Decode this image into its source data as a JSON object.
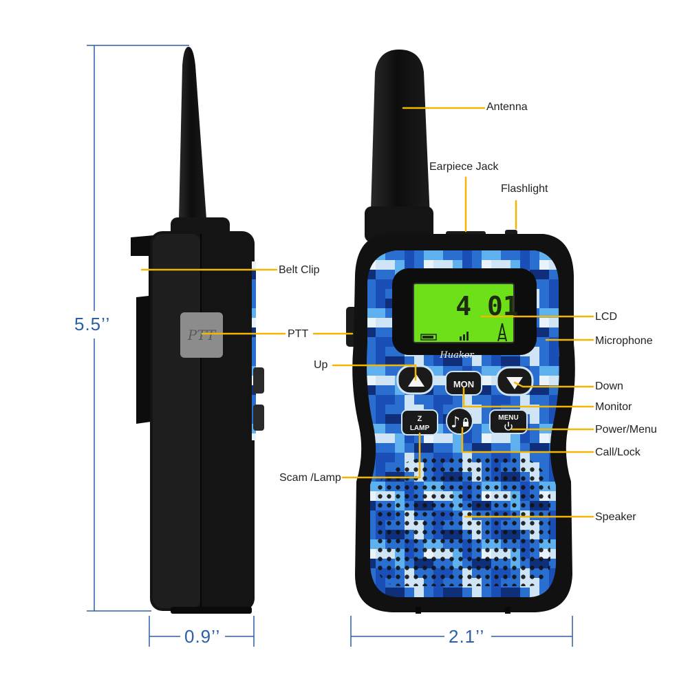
{
  "labels": {
    "antenna": "Antenna",
    "earpiece_jack": "Earpiece Jack",
    "flashlight": "Flashlight",
    "belt_clip": "Belt Clip",
    "ptt": "PTT",
    "lcd": "LCD",
    "microphone": "Microphone",
    "up": "Up",
    "down": "Down",
    "monitor": "Monitor",
    "power_menu": "Power/Menu",
    "call_lock": "Call/Lock",
    "scam_lamp": "Scam /Lamp",
    "speaker": "Speaker"
  },
  "dimensions": {
    "height": "5.5’’",
    "depth": "0.9’’",
    "width": "2.1’’"
  },
  "device_text": {
    "ptt_button": "PTT",
    "brand": "Huaker",
    "lcd_digits": "4 01",
    "mon_button": "MON",
    "lamp_button": "LAMP",
    "menu_button": "MENU"
  },
  "colors": {
    "leader_line": "#f2b705",
    "dimension_line": "#2b5fa6",
    "body": "#111111",
    "lcd": "#6de01a",
    "camo_dark": "#1b4fb8",
    "camo_mid": "#3f8fe0",
    "camo_light": "#cfe4f5"
  }
}
